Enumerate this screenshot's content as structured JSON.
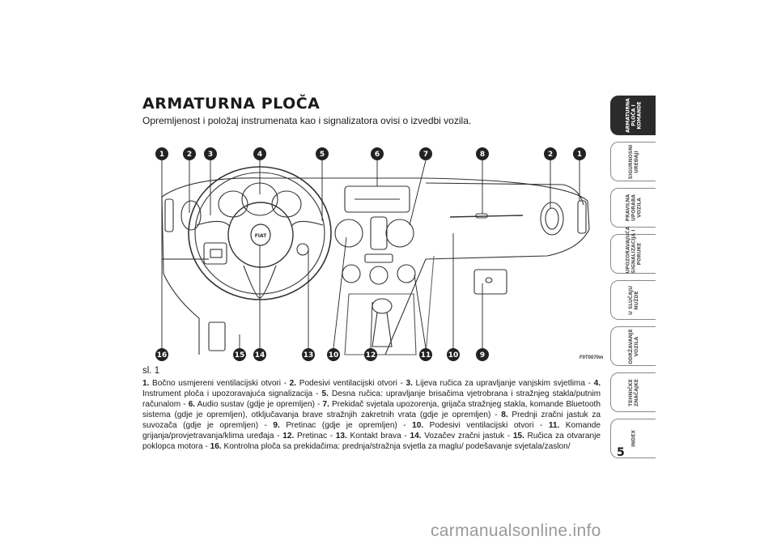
{
  "title": "ARMATURNA PLOČA",
  "subtitle": "Opremljenost i položaj instrumenata kao i signalizatora ovisi o izvedbi vozila.",
  "figure_code": "F0T0070m",
  "figure_label": "sl. 1",
  "callouts_top": [
    "1",
    "2",
    "3",
    "4",
    "5",
    "6",
    "7",
    "8",
    "2",
    "1"
  ],
  "callouts_bottom": [
    "16",
    "15",
    "14",
    "13",
    "10",
    "12",
    "11",
    "10",
    "9"
  ],
  "logo_text": "FIAT",
  "caption": [
    {
      "n": "1.",
      "t": " Bočno usmjereni ventilacijski otvori - "
    },
    {
      "n": "2.",
      "t": " Podesivi ventilacijski otvori - "
    },
    {
      "n": "3.",
      "t": " Lijeva ručica za upravljanje vanjskim svjetlima - "
    },
    {
      "n": "4.",
      "t": " Instrument ploča i upozoravajuća signalizacija - "
    },
    {
      "n": "5.",
      "t": " Desna ručica: upravljanje brisačima vjetrobrana i stražnjeg stakla/putnim računalom - "
    },
    {
      "n": "6.",
      "t": " Audio sustav (gdje je opremljen) - "
    },
    {
      "n": "7.",
      "t": " Prekidač svjetala upozorenja, grijača stražnjeg stakla, komande Bluetooth sistema (gdje je opremljen), otključavanja brave stražnjih zakretnih vrata (gdje je opremljen) - "
    },
    {
      "n": "8.",
      "t": " Prednji zračni jastuk za suvozača (gdje je opremljen) - "
    },
    {
      "n": "9.",
      "t": " Pretinac (gdje je opremljen) - "
    },
    {
      "n": "10.",
      "t": " Podesivi ventilacijski otvori - "
    },
    {
      "n": "11.",
      "t": " Komande grijanja/provjetravanja/klima uređaja - "
    },
    {
      "n": "12.",
      "t": " Pretinac - "
    },
    {
      "n": "13.",
      "t": " Kontakt brava - "
    },
    {
      "n": "14.",
      "t": " Vozačev zračni jastuk - "
    },
    {
      "n": "15.",
      "t": " Ručica za otvaranje poklopca motora - "
    },
    {
      "n": "16.",
      "t": " Kontrolna ploča sa prekidačima: prednja/stražnja svjetla za maglu/ podešavanje svjetala/zaslon/"
    }
  ],
  "tabs": [
    {
      "label": "ARMATURNA\nPLOČA I\nKOMANDE",
      "active": true
    },
    {
      "label": "SIGURNOSNI\nUREĐAJI",
      "active": false
    },
    {
      "label": "PRAVILNA\nUPORABA\nVOZILA",
      "active": false
    },
    {
      "label": "UPOZORAVAJUĆA\nSIGNALIZACIJA I\nPORUKE",
      "active": false
    },
    {
      "label": "U SLUČAJU\nNUŽDE",
      "active": false
    },
    {
      "label": "ODRŽAVANJE\nVOZILA",
      "active": false
    },
    {
      "label": "TEHNIČKE\nZNAČAJKE",
      "active": false
    },
    {
      "label": "INDEX",
      "active": false
    }
  ],
  "page_number": "5",
  "watermark": "carmanualsonline.info",
  "colors": {
    "active_tab": "#2b2b2b",
    "text": "#1a1a1a",
    "watermark": "#9a9a9a"
  }
}
